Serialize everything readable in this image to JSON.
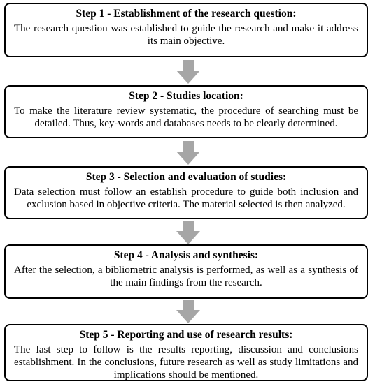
{
  "steps": [
    {
      "title": "Step 1 - Establishment of the research question:",
      "text": "The research question was established to guide the research and make it address its main objective."
    },
    {
      "title": "Step 2 - Studies location:",
      "text": "To make the literature review systematic, the procedure of searching must be detailed. Thus, key-words and databases needs to be clearly determined."
    },
    {
      "title": "Step 3 - Selection and evaluation of studies:",
      "text": "Data selection must follow an establish procedure to guide both inclusion and exclusion based in objective criteria. The material selected is then analyzed."
    },
    {
      "title": "Step 4 - Analysis and synthesis:",
      "text": "After the selection, a bibliometric analysis is performed, as well as a synthesis of the main findings from the research."
    },
    {
      "title": "Step 5 - Reporting and use of research results:",
      "text": "The last step to follow is the results reporting, discussion and conclusions establishment. In the conclusions, future research as well as study limitations and implications should be mentioned."
    }
  ],
  "arrow_color": "#a6a6a6",
  "arrow_icon": "down-arrow-icon"
}
